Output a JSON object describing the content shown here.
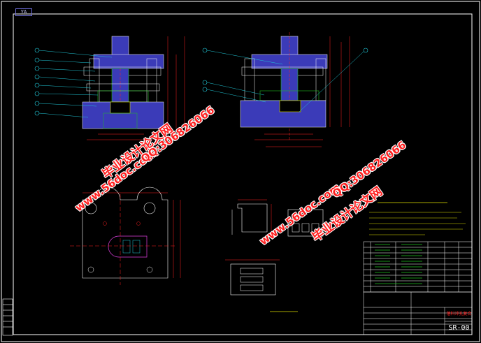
{
  "drawing": {
    "tab_label": "YA",
    "part_title": "落料冲孔复合模",
    "drawing_number": "SR-00",
    "views": {
      "left_section": "left-assembly-section",
      "right_section": "right-assembly-section",
      "plan": "die-plan-view",
      "part_front": "part-front-view",
      "part_side": "part-side-view",
      "part_detail": "part-top-view"
    },
    "colors": {
      "frame": "#ffffff",
      "blue_fill": "#3b3bb8",
      "cyan": "#20c8d8",
      "green": "#20c020",
      "red": "#ff2020",
      "yellow": "#e0e000",
      "magenta": "#e040e0",
      "white": "#ffffff"
    }
  },
  "watermarks": [
    {
      "text": "毕业设计论文网",
      "style": "wm-c"
    },
    {
      "text": "www.56doc.com",
      "style": "wm-a"
    },
    {
      "text": "QQ:306826066",
      "style": "wm-b"
    },
    {
      "text": "毕业设计论文网",
      "style": "wm-c"
    },
    {
      "text": "www.56doc.com",
      "style": "wm-a"
    },
    {
      "text": "QQ:306826066",
      "style": "wm-b"
    }
  ]
}
